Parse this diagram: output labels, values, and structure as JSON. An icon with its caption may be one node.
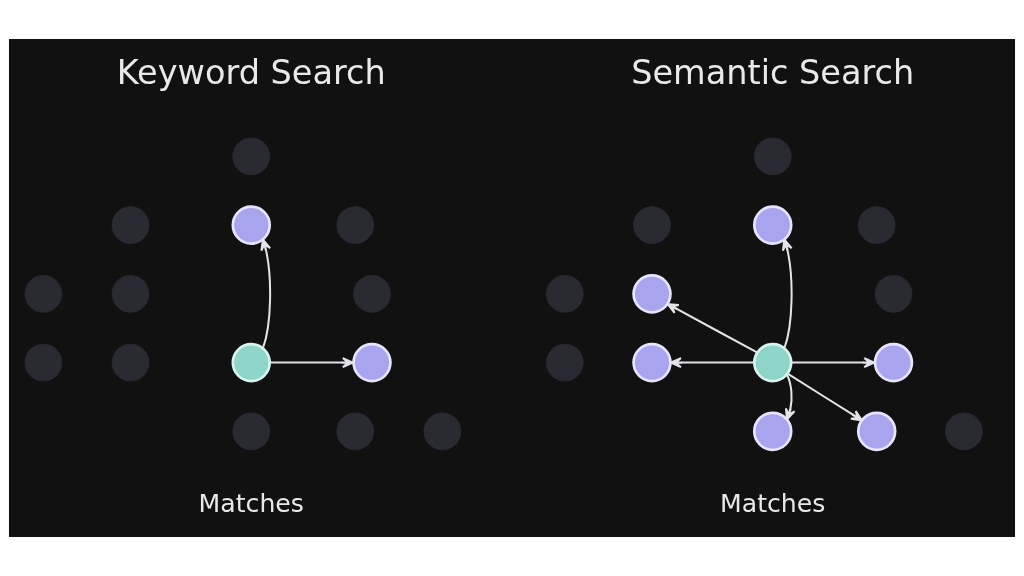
{
  "diagram": {
    "nodes": [
      {
        "text": [],
        "shape": "circle"
      },
      {
        "text": [],
        "shape": "circle"
      },
      {
        "text": [],
        "shape": "circle"
      },
      {
        "text": [],
        "shape": "circle"
      },
      {
        "text": [],
        "shape": "circle"
      },
      {
        "text": [],
        "shape": "circle"
      },
      {
        "text": [],
        "shape": "circle"
      },
      {
        "text": [],
        "shape": "circle"
      },
      {
        "text": [],
        "shape": "circle"
      },
      {
        "text": [],
        "shape": "circle"
      },
      {
        "text": [],
        "shape": "circle"
      },
      {
        "text": [],
        "shape": "circle"
      },
      {
        "text": [],
        "shape": "circle"
      },
      {
        "text": [],
        "shape": "circle"
      },
      {
        "text": [],
        "shape": "circle"
      },
      {
        "text": [],
        "shape": "circle"
      },
      {
        "text": [],
        "shape": "circle"
      },
      {
        "text": [],
        "shape": "circle"
      },
      {
        "text": [],
        "shape": "circle"
      },
      {
        "text": [],
        "shape": "circle"
      },
      {
        "text": [],
        "shape": "circle"
      },
      {
        "text": [],
        "shape": "circle"
      },
      {
        "text": [],
        "shape": "circle"
      },
      {
        "text": [],
        "shape": "circle"
      },
      {
        "text": [],
        "shape": "circle"
      },
      {
        "text": [],
        "shape": "circle"
      },
      {
        "text": [],
        "shape": "circle"
      },
      {
        "text": [],
        "shape": "circle"
      }
    ],
    "edges": [
      {
        "from": 7,
        "to": 3,
        "arrow": "to"
      },
      {
        "from": 7,
        "to": 8,
        "arrow": "to"
      },
      {
        "from": 21,
        "to": 17,
        "arrow": "to"
      },
      {
        "from": 21,
        "to": 20,
        "arrow": "to"
      },
      {
        "from": 21,
        "to": 22,
        "arrow": "to"
      },
      {
        "from": 21,
        "to": 24,
        "arrow": "to"
      },
      {
        "from": 21,
        "to": 25,
        "arrow": "to"
      },
      {
        "from": 21,
        "to": 26,
        "arrow": "to"
      }
    ],
    "labels": [
      "Keyword Search",
      "Semantic Search",
      "Matches",
      "Matches"
    ]
  }
}
